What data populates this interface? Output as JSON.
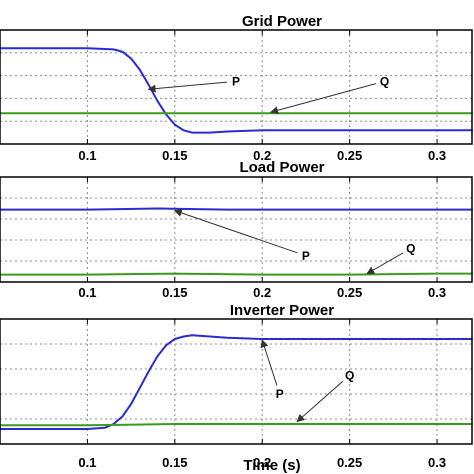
{
  "chart_data": [
    {
      "type": "line",
      "title": "Grid Power",
      "xlabel": "",
      "xlim": [
        0.05,
        0.32
      ],
      "ylim": [
        0,
        1
      ],
      "x_ticks": [
        "0.1",
        "0.15",
        "0.2",
        "0.25",
        "0.3"
      ],
      "grid": true,
      "series": [
        {
          "name": "P",
          "color": "#2b2bd1",
          "x": [
            0.05,
            0.1,
            0.115,
            0.12,
            0.125,
            0.13,
            0.135,
            0.14,
            0.145,
            0.15,
            0.155,
            0.16,
            0.17,
            0.18,
            0.2,
            0.22,
            0.25,
            0.28,
            0.32
          ],
          "y": [
            0.84,
            0.84,
            0.83,
            0.81,
            0.75,
            0.65,
            0.52,
            0.38,
            0.26,
            0.17,
            0.12,
            0.1,
            0.1,
            0.11,
            0.12,
            0.12,
            0.12,
            0.12,
            0.12
          ]
        },
        {
          "name": "Q",
          "color": "#3a9a1e",
          "x": [
            0.05,
            0.32
          ],
          "y": [
            0.27,
            0.27
          ]
        }
      ],
      "annotations": [
        {
          "label": "P",
          "x": 0.185,
          "y": 0.55,
          "target_x": 0.135,
          "target_y": 0.48
        },
        {
          "label": "Q",
          "x": 0.27,
          "y": 0.55,
          "target_x": 0.205,
          "target_y": 0.28
        }
      ]
    },
    {
      "type": "line",
      "title": "Load Power",
      "xlabel": "",
      "xlim": [
        0.05,
        0.32
      ],
      "ylim": [
        0,
        1
      ],
      "x_ticks": [
        "0.1",
        "0.15",
        "0.2",
        "0.25",
        "0.3"
      ],
      "grid": true,
      "series": [
        {
          "name": "P",
          "color": "#2b2bd1",
          "x": [
            0.05,
            0.1,
            0.14,
            0.18,
            0.22,
            0.26,
            0.3,
            0.32
          ],
          "y": [
            0.69,
            0.69,
            0.7,
            0.69,
            0.69,
            0.69,
            0.69,
            0.69
          ]
        },
        {
          "name": "Q",
          "color": "#3a9a1e",
          "x": [
            0.05,
            0.1,
            0.15,
            0.2,
            0.25,
            0.3,
            0.32
          ],
          "y": [
            0.07,
            0.07,
            0.08,
            0.07,
            0.07,
            0.08,
            0.08
          ]
        }
      ],
      "annotations": [
        {
          "label": "P",
          "x": 0.225,
          "y": 0.25,
          "target_x": 0.15,
          "target_y": 0.68
        },
        {
          "label": "Q",
          "x": 0.285,
          "y": 0.32,
          "target_x": 0.26,
          "target_y": 0.08
        }
      ]
    },
    {
      "type": "line",
      "title": "Inverter Power",
      "xlabel": "Time (s)",
      "xlim": [
        0.05,
        0.32
      ],
      "ylim": [
        0,
        1
      ],
      "x_ticks": [
        "0.1",
        "0.15",
        "0.2",
        "0.25",
        "0.3"
      ],
      "grid": true,
      "series": [
        {
          "name": "P",
          "color": "#2b2bd1",
          "x": [
            0.05,
            0.1,
            0.11,
            0.115,
            0.12,
            0.125,
            0.13,
            0.135,
            0.14,
            0.145,
            0.15,
            0.155,
            0.16,
            0.17,
            0.18,
            0.2,
            0.25,
            0.3,
            0.32
          ],
          "y": [
            0.12,
            0.12,
            0.13,
            0.16,
            0.22,
            0.32,
            0.45,
            0.58,
            0.7,
            0.79,
            0.84,
            0.86,
            0.87,
            0.86,
            0.85,
            0.84,
            0.84,
            0.84,
            0.84
          ]
        },
        {
          "name": "Q",
          "color": "#3a9a1e",
          "x": [
            0.05,
            0.1,
            0.15,
            0.2,
            0.25,
            0.3,
            0.32
          ],
          "y": [
            0.15,
            0.15,
            0.16,
            0.16,
            0.16,
            0.16,
            0.16
          ]
        }
      ],
      "annotations": [
        {
          "label": "P",
          "x": 0.21,
          "y": 0.4,
          "target_x": 0.2,
          "target_y": 0.83
        },
        {
          "label": "Q",
          "x": 0.25,
          "y": 0.55,
          "target_x": 0.22,
          "target_y": 0.18
        }
      ]
    }
  ]
}
